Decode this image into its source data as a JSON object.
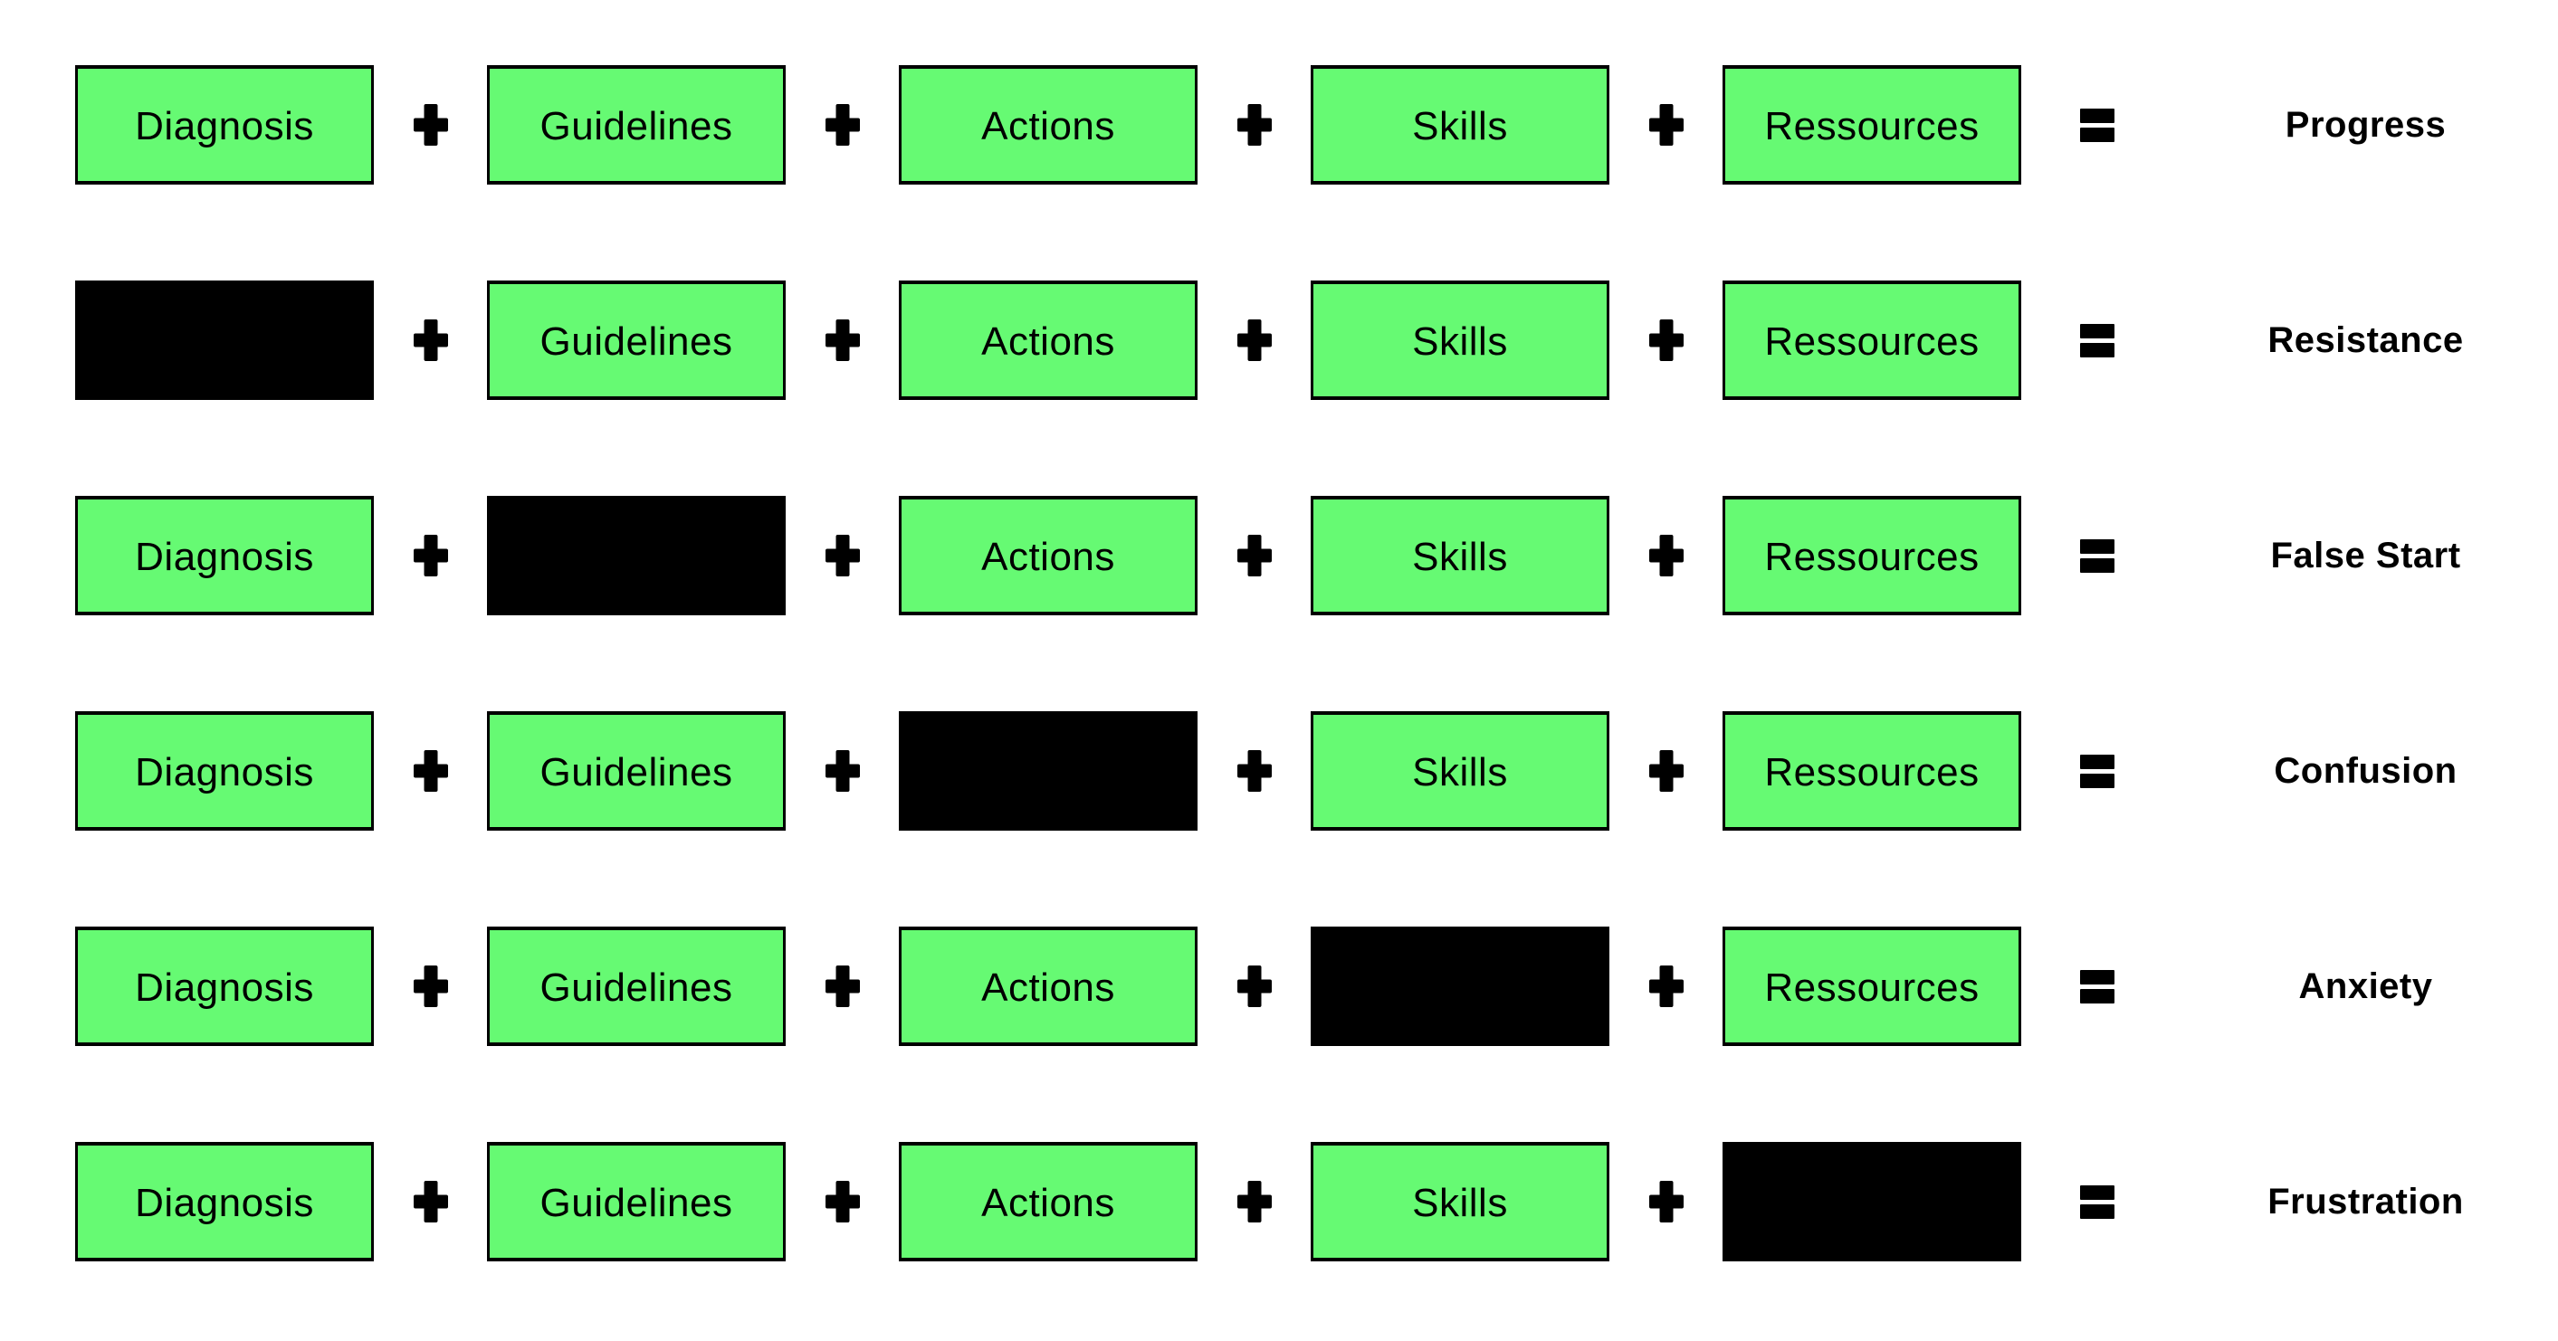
{
  "palette": {
    "green": "#66FA73",
    "black": "#000000",
    "background": "#FFFFFF"
  },
  "columns": [
    "Diagnosis",
    "Guidelines",
    "Actions",
    "Skills",
    "Ressources"
  ],
  "operators": {
    "plus": "+",
    "equals": "="
  },
  "rows": [
    {
      "result": "Progress",
      "cells": [
        {
          "label": "Diagnosis",
          "blocked": false
        },
        {
          "label": "Guidelines",
          "blocked": false
        },
        {
          "label": "Actions",
          "blocked": false
        },
        {
          "label": "Skills",
          "blocked": false
        },
        {
          "label": "Ressources",
          "blocked": false
        }
      ]
    },
    {
      "result": "Resistance",
      "cells": [
        {
          "label": "",
          "blocked": true
        },
        {
          "label": "Guidelines",
          "blocked": false
        },
        {
          "label": "Actions",
          "blocked": false
        },
        {
          "label": "Skills",
          "blocked": false
        },
        {
          "label": "Ressources",
          "blocked": false
        }
      ]
    },
    {
      "result": "False Start",
      "cells": [
        {
          "label": "Diagnosis",
          "blocked": false
        },
        {
          "label": "",
          "blocked": true
        },
        {
          "label": "Actions",
          "blocked": false
        },
        {
          "label": "Skills",
          "blocked": false
        },
        {
          "label": "Ressources",
          "blocked": false
        }
      ]
    },
    {
      "result": "Confusion",
      "cells": [
        {
          "label": "Diagnosis",
          "blocked": false
        },
        {
          "label": "Guidelines",
          "blocked": false
        },
        {
          "label": "",
          "blocked": true
        },
        {
          "label": "Skills",
          "blocked": false
        },
        {
          "label": "Ressources",
          "blocked": false
        }
      ]
    },
    {
      "result": "Anxiety",
      "cells": [
        {
          "label": "Diagnosis",
          "blocked": false
        },
        {
          "label": "Guidelines",
          "blocked": false
        },
        {
          "label": "Actions",
          "blocked": false
        },
        {
          "label": "",
          "blocked": true
        },
        {
          "label": "Ressources",
          "blocked": false
        }
      ]
    },
    {
      "result": "Frustration",
      "cells": [
        {
          "label": "Diagnosis",
          "blocked": false
        },
        {
          "label": "Guidelines",
          "blocked": false
        },
        {
          "label": "Actions",
          "blocked": false
        },
        {
          "label": "Skills",
          "blocked": false
        },
        {
          "label": "",
          "blocked": true
        }
      ]
    }
  ]
}
